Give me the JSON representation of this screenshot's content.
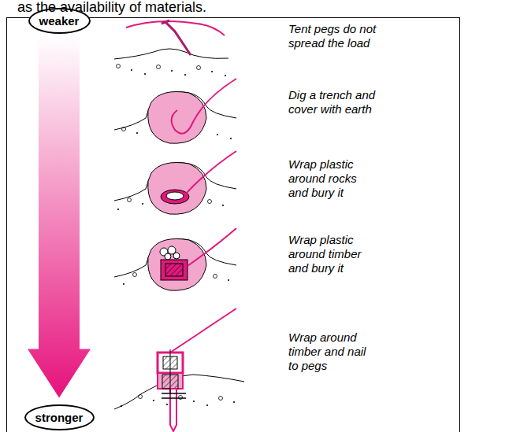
{
  "diagram": {
    "nodes": [
      {
        "text": [
          "weaker"
        ]
      },
      {
        "text": [
          "stronger"
        ]
      }
    ],
    "edges": [
      {
        "from": 0,
        "to": 1,
        "arrow": "to"
      }
    ],
    "labels": [
      "as the availability of materials.",
      "Tent pegs do not spread the load",
      "Dig a trench and cover with earth",
      "Wrap plastic around rocks and bury it",
      "Wrap plastic around timber and bury it",
      "Wrap around timber and nail to pegs"
    ]
  }
}
